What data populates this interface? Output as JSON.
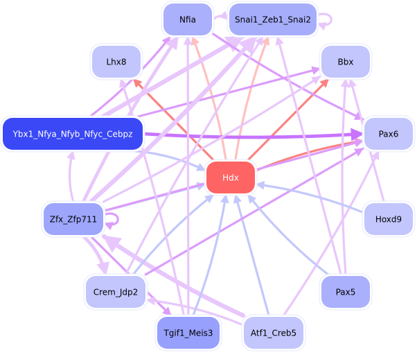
{
  "graph_title": "",
  "colors": {
    "hub": "#ff6464",
    "dark_blue": "#3a48f6",
    "edge_red": "#fa8282",
    "edge_pink": "#ffc0c0",
    "edge_purple": "#c873ff",
    "edge_violet": "#dc9cfb",
    "edge_lilac": "#e8c7fc",
    "edge_blue": "#c3c8fb"
  },
  "nodes": [
    {
      "id": "Nfia",
      "label": "Nfia",
      "fill": "#aab0fb",
      "text_color": "#000000"
    },
    {
      "id": "Snai1_Zeb1_Snai2",
      "label": "Snai1_Zeb1_Snai2",
      "fill": "#a6aefc",
      "text_color": "#000000"
    },
    {
      "id": "Lhx8",
      "label": "Lhx8",
      "fill": "#c2c6fd",
      "text_color": "#000000"
    },
    {
      "id": "Bbx",
      "label": "Bbx",
      "fill": "#c2c6fd",
      "text_color": "#000000"
    },
    {
      "id": "Ybx1_Nfya_Nfyb_Nfyc_Cebpz",
      "label": "Ybx1_Nfya_Nfyb_Nfyc_Cebpz",
      "fill": "#3a48f6",
      "text_color": "#ffffff"
    },
    {
      "id": "Pax6",
      "label": "Pax6",
      "fill": "#c2c6fd",
      "text_color": "#000000"
    },
    {
      "id": "Hdx",
      "label": "Hdx",
      "fill": "#ff6464",
      "text_color": "#ffffff"
    },
    {
      "id": "Zfx_Zfp711",
      "label": "Zfx_Zfp711",
      "fill": "#9ea6fc",
      "text_color": "#000000"
    },
    {
      "id": "Hoxd9",
      "label": "Hoxd9",
      "fill": "#c2c6fd",
      "text_color": "#000000"
    },
    {
      "id": "Crem_Jdp2",
      "label": "Crem_Jdp2",
      "fill": "#c2c6fd",
      "text_color": "#000000"
    },
    {
      "id": "Pax5",
      "label": "Pax5",
      "fill": "#aab0fb",
      "text_color": "#000000"
    },
    {
      "id": "Tgif1_Meis3",
      "label": "Tgif1_Meis3",
      "fill": "#97a0fc",
      "text_color": "#000000"
    },
    {
      "id": "Atf1_Creb5",
      "label": "Atf1_Creb5",
      "fill": "#c2c6fd",
      "text_color": "#000000"
    }
  ],
  "edges": [
    {
      "from": "Hdx",
      "to": "Lhx8",
      "color": "edge_red",
      "weight": 2
    },
    {
      "from": "Hdx",
      "to": "Nfia",
      "color": "edge_pink",
      "weight": 2
    },
    {
      "from": "Hdx",
      "to": "Snai1_Zeb1_Snai2",
      "color": "edge_pink",
      "weight": 2
    },
    {
      "from": "Hdx",
      "to": "Bbx",
      "color": "edge_red",
      "weight": 2
    },
    {
      "from": "Hdx",
      "to": "Pax6",
      "color": "edge_red",
      "weight": 2
    },
    {
      "from": "Ybx1_Nfya_Nfyb_Nfyc_Cebpz",
      "to": "Pax6",
      "color": "edge_purple",
      "weight": 3
    },
    {
      "from": "Ybx1_Nfya_Nfyb_Nfyc_Cebpz",
      "to": "Bbx",
      "color": "edge_violet",
      "weight": 2
    },
    {
      "from": "Ybx1_Nfya_Nfyb_Nfyc_Cebpz",
      "to": "Nfia",
      "color": "edge_violet",
      "weight": 2
    },
    {
      "from": "Ybx1_Nfya_Nfyb_Nfyc_Cebpz",
      "to": "Hdx",
      "color": "edge_blue",
      "weight": 2
    },
    {
      "from": "Ybx1_Nfya_Nfyb_Nfyc_Cebpz",
      "to": "Snai1_Zeb1_Snai2",
      "color": "edge_lilac",
      "weight": 4
    },
    {
      "from": "Nfia",
      "to": "Snai1_Zeb1_Snai2",
      "color": "edge_lilac",
      "weight": 2
    },
    {
      "from": "Nfia",
      "to": "Pax6",
      "color": "edge_violet",
      "weight": 2
    },
    {
      "from": "Snai1_Zeb1_Snai2",
      "to": "Snai1_Zeb1_Snai2",
      "color": "edge_lilac",
      "weight": 2
    },
    {
      "from": "Zfx_Zfp711",
      "to": "Zfx_Zfp711",
      "color": "edge_violet",
      "weight": 2
    },
    {
      "from": "Zfx_Zfp711",
      "to": "Ybx1_Nfya_Nfyb_Nfyc_Cebpz",
      "color": "edge_lilac",
      "weight": 2
    },
    {
      "from": "Zfx_Zfp711",
      "to": "Hdx",
      "color": "edge_blue",
      "weight": 2
    },
    {
      "from": "Zfx_Zfp711",
      "to": "Nfia",
      "color": "edge_lilac",
      "weight": 3
    },
    {
      "from": "Zfx_Zfp711",
      "to": "Snai1_Zeb1_Snai2",
      "color": "edge_lilac",
      "weight": 4
    },
    {
      "from": "Zfx_Zfp711",
      "to": "Pax6",
      "color": "edge_violet",
      "weight": 2
    },
    {
      "from": "Zfx_Zfp711",
      "to": "Bbx",
      "color": "edge_lilac",
      "weight": 2
    },
    {
      "from": "Zfx_Zfp711",
      "to": "Crem_Jdp2",
      "color": "edge_lilac",
      "weight": 3
    },
    {
      "from": "Zfx_Zfp711",
      "to": "Tgif1_Meis3",
      "color": "edge_violet",
      "weight": 2
    },
    {
      "from": "Atf1_Creb5",
      "to": "Zfx_Zfp711",
      "color": "edge_lilac",
      "weight": 4
    },
    {
      "from": "Atf1_Creb5",
      "to": "Crem_Jdp2",
      "color": "edge_lilac",
      "weight": 2
    },
    {
      "from": "Atf1_Creb5",
      "to": "Hdx",
      "color": "edge_blue",
      "weight": 2
    },
    {
      "from": "Atf1_Creb5",
      "to": "Pax6",
      "color": "edge_lilac",
      "weight": 2
    },
    {
      "from": "Crem_Jdp2",
      "to": "Hdx",
      "color": "edge_blue",
      "weight": 2
    },
    {
      "from": "Crem_Jdp2",
      "to": "Pax6",
      "color": "edge_violet",
      "weight": 2
    },
    {
      "from": "Crem_Jdp2",
      "to": "Snai1_Zeb1_Snai2",
      "color": "edge_lilac",
      "weight": 2
    },
    {
      "from": "Tgif1_Meis3",
      "to": "Hdx",
      "color": "edge_blue",
      "weight": 2
    },
    {
      "from": "Tgif1_Meis3",
      "to": "Nfia",
      "color": "edge_lilac",
      "weight": 2
    },
    {
      "from": "Tgif1_Meis3",
      "to": "Lhx8",
      "color": "edge_lilac",
      "weight": 2
    },
    {
      "from": "Pax5",
      "to": "Hdx",
      "color": "edge_blue",
      "weight": 2
    },
    {
      "from": "Pax5",
      "to": "Snai1_Zeb1_Snai2",
      "color": "edge_lilac",
      "weight": 2
    },
    {
      "from": "Pax5",
      "to": "Bbx",
      "color": "edge_lilac",
      "weight": 2
    },
    {
      "from": "Hoxd9",
      "to": "Hdx",
      "color": "edge_blue",
      "weight": 2
    },
    {
      "from": "Hoxd9",
      "to": "Bbx",
      "color": "edge_lilac",
      "weight": 2
    }
  ]
}
